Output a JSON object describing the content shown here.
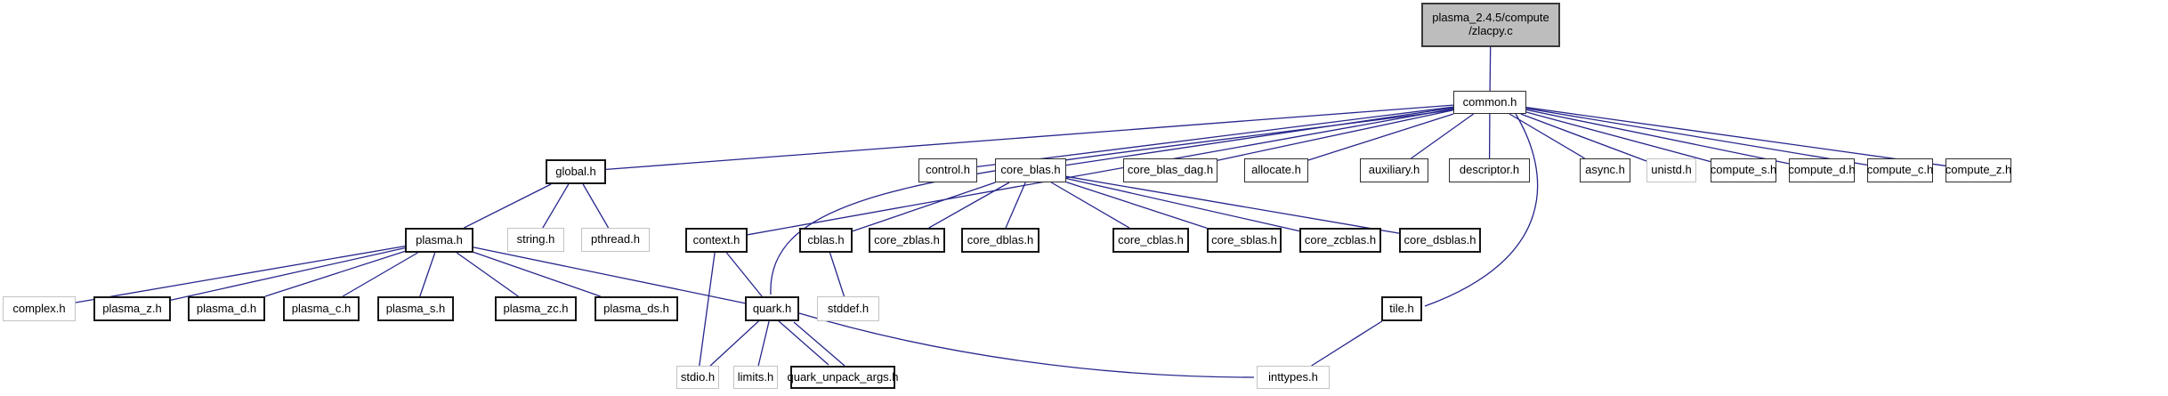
{
  "diagram": {
    "kind": "include-dependency-graph",
    "colors": {
      "edge": "#26268c",
      "main_node_fill": "#bdbdbd",
      "node_fill": "#ffffff",
      "system_border": "#c3c3c3",
      "internal_border": "#141414"
    },
    "nodes": [
      {
        "id": "zlacpy.c",
        "label": "plasma_2.4.5/compute\n/zlacpy.c",
        "type": "main"
      },
      {
        "id": "common.h",
        "label": "common.h",
        "type": "internal"
      },
      {
        "id": "global.h",
        "label": "global.h",
        "type": "bold"
      },
      {
        "id": "control.h",
        "label": "control.h",
        "type": "internal"
      },
      {
        "id": "core_blas.h",
        "label": "core_blas.h",
        "type": "internal"
      },
      {
        "id": "core_blas_dag.h",
        "label": "core_blas_dag.h",
        "type": "internal"
      },
      {
        "id": "allocate.h",
        "label": "allocate.h",
        "type": "internal"
      },
      {
        "id": "auxiliary.h",
        "label": "auxiliary.h",
        "type": "internal"
      },
      {
        "id": "descriptor.h",
        "label": "descriptor.h",
        "type": "internal"
      },
      {
        "id": "async.h",
        "label": "async.h",
        "type": "internal"
      },
      {
        "id": "unistd.h",
        "label": "unistd.h",
        "type": "system"
      },
      {
        "id": "compute_s.h",
        "label": "compute_s.h",
        "type": "internal"
      },
      {
        "id": "compute_d.h",
        "label": "compute_d.h",
        "type": "internal"
      },
      {
        "id": "compute_c.h",
        "label": "compute_c.h",
        "type": "internal"
      },
      {
        "id": "compute_z.h",
        "label": "compute_z.h",
        "type": "internal"
      },
      {
        "id": "plasma.h",
        "label": "plasma.h",
        "type": "bold"
      },
      {
        "id": "string.h",
        "label": "string.h",
        "type": "system"
      },
      {
        "id": "pthread.h",
        "label": "pthread.h",
        "type": "system"
      },
      {
        "id": "context.h",
        "label": "context.h",
        "type": "bold"
      },
      {
        "id": "cblas.h",
        "label": "cblas.h",
        "type": "bold"
      },
      {
        "id": "core_zblas.h",
        "label": "core_zblas.h",
        "type": "bold"
      },
      {
        "id": "core_dblas.h",
        "label": "core_dblas.h",
        "type": "bold"
      },
      {
        "id": "core_cblas.h",
        "label": "core_cblas.h",
        "type": "bold"
      },
      {
        "id": "core_sblas.h",
        "label": "core_sblas.h",
        "type": "bold"
      },
      {
        "id": "core_zcblas.h",
        "label": "core_zcblas.h",
        "type": "bold"
      },
      {
        "id": "core_dsblas.h",
        "label": "core_dsblas.h",
        "type": "bold"
      },
      {
        "id": "complex.h",
        "label": "complex.h",
        "type": "system"
      },
      {
        "id": "plasma_z.h",
        "label": "plasma_z.h",
        "type": "bold"
      },
      {
        "id": "plasma_d.h",
        "label": "plasma_d.h",
        "type": "bold"
      },
      {
        "id": "plasma_c.h",
        "label": "plasma_c.h",
        "type": "bold"
      },
      {
        "id": "plasma_s.h",
        "label": "plasma_s.h",
        "type": "bold"
      },
      {
        "id": "plasma_zc.h",
        "label": "plasma_zc.h",
        "type": "bold"
      },
      {
        "id": "plasma_ds.h",
        "label": "plasma_ds.h",
        "type": "bold"
      },
      {
        "id": "quark.h",
        "label": "quark.h",
        "type": "bold"
      },
      {
        "id": "stddef.h",
        "label": "stddef.h",
        "type": "system"
      },
      {
        "id": "tile.h",
        "label": "tile.h",
        "type": "bold"
      },
      {
        "id": "stdio.h",
        "label": "stdio.h",
        "type": "system"
      },
      {
        "id": "limits.h",
        "label": "limits.h",
        "type": "system"
      },
      {
        "id": "quark_unpack_args.h",
        "label": "quark_unpack_args.h",
        "type": "bold"
      },
      {
        "id": "inttypes.h",
        "label": "inttypes.h",
        "type": "system"
      }
    ],
    "edges": [
      {
        "from": "zlacpy.c",
        "to": "common.h"
      },
      {
        "from": "common.h",
        "to": "global.h"
      },
      {
        "from": "common.h",
        "to": "control.h"
      },
      {
        "from": "common.h",
        "to": "core_blas.h"
      },
      {
        "from": "common.h",
        "to": "core_blas_dag.h"
      },
      {
        "from": "common.h",
        "to": "allocate.h"
      },
      {
        "from": "common.h",
        "to": "auxiliary.h"
      },
      {
        "from": "common.h",
        "to": "descriptor.h"
      },
      {
        "from": "common.h",
        "to": "async.h"
      },
      {
        "from": "common.h",
        "to": "unistd.h"
      },
      {
        "from": "common.h",
        "to": "compute_s.h"
      },
      {
        "from": "common.h",
        "to": "compute_d.h"
      },
      {
        "from": "common.h",
        "to": "compute_c.h"
      },
      {
        "from": "common.h",
        "to": "compute_z.h"
      },
      {
        "from": "common.h",
        "to": "context.h"
      },
      {
        "from": "common.h",
        "to": "quark.h"
      },
      {
        "from": "common.h",
        "to": "tile.h"
      },
      {
        "from": "global.h",
        "to": "plasma.h"
      },
      {
        "from": "global.h",
        "to": "string.h"
      },
      {
        "from": "global.h",
        "to": "pthread.h"
      },
      {
        "from": "plasma.h",
        "to": "complex.h"
      },
      {
        "from": "plasma.h",
        "to": "plasma_z.h"
      },
      {
        "from": "plasma.h",
        "to": "plasma_d.h"
      },
      {
        "from": "plasma.h",
        "to": "plasma_c.h"
      },
      {
        "from": "plasma.h",
        "to": "plasma_s.h"
      },
      {
        "from": "plasma.h",
        "to": "plasma_zc.h"
      },
      {
        "from": "plasma.h",
        "to": "plasma_ds.h"
      },
      {
        "from": "plasma.h",
        "to": "quark.h"
      },
      {
        "from": "context.h",
        "to": "stdio.h"
      },
      {
        "from": "context.h",
        "to": "quark.h"
      },
      {
        "from": "core_blas.h",
        "to": "cblas.h"
      },
      {
        "from": "core_blas.h",
        "to": "core_zblas.h"
      },
      {
        "from": "core_blas.h",
        "to": "core_dblas.h"
      },
      {
        "from": "core_blas.h",
        "to": "core_cblas.h"
      },
      {
        "from": "core_blas.h",
        "to": "core_sblas.h"
      },
      {
        "from": "core_blas.h",
        "to": "core_zcblas.h"
      },
      {
        "from": "core_blas.h",
        "to": "core_dsblas.h"
      },
      {
        "from": "cblas.h",
        "to": "stddef.h"
      },
      {
        "from": "quark.h",
        "to": "stdio.h"
      },
      {
        "from": "quark.h",
        "to": "limits.h"
      },
      {
        "from": "quark.h",
        "to": "quark_unpack_args.h"
      },
      {
        "from": "quark_unpack_args.h",
        "to": "quark.h"
      },
      {
        "from": "quark.h",
        "to": "inttypes.h"
      },
      {
        "from": "tile.h",
        "to": "inttypes.h"
      }
    ]
  }
}
